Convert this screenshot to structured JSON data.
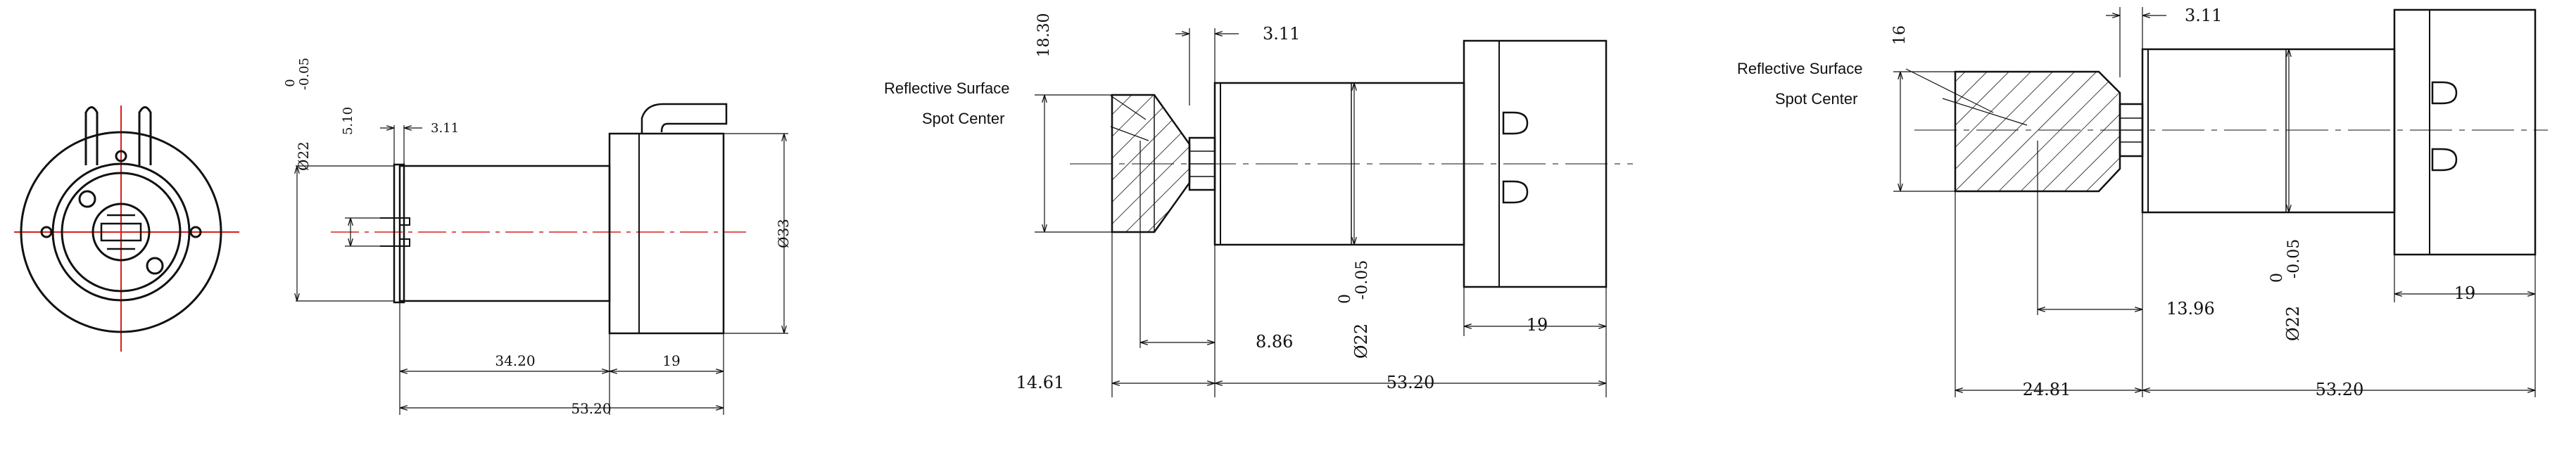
{
  "colors": {
    "line": "#111111",
    "centerline": "#d62020",
    "background": "#ffffff"
  },
  "front_view": {
    "icon": "flange-front-icon"
  },
  "side_view": {
    "dims": {
      "diameter_tol": "0",
      "diameter_tol2": "-0.05",
      "diameter": "Ø22",
      "height": "5.10",
      "step": "3.11",
      "flange_diameter": "Ø33",
      "body_length": "34.20",
      "flange_length": "19",
      "total_length": "53.20"
    }
  },
  "view1": {
    "labels": {
      "reflective": "Reflective Surface",
      "spot": "Spot Center"
    },
    "dims": {
      "height": "18.30",
      "step": "3.11",
      "diameter_tol": "0",
      "diameter_tol2": "-0.05",
      "diameter": "Ø22",
      "offset": "8.86",
      "flange_length": "19",
      "prism_length": "14.61",
      "total_length": "53.20"
    }
  },
  "view2": {
    "labels": {
      "reflective": "Reflective Surface",
      "spot": "Spot Center"
    },
    "dims": {
      "height": "16",
      "step": "3.11",
      "diameter_tol": "0",
      "diameter_tol2": "-0.05",
      "diameter": "Ø22",
      "offset": "13.96",
      "flange_length": "19",
      "prism_length": "24.81",
      "total_length": "53.20"
    }
  }
}
